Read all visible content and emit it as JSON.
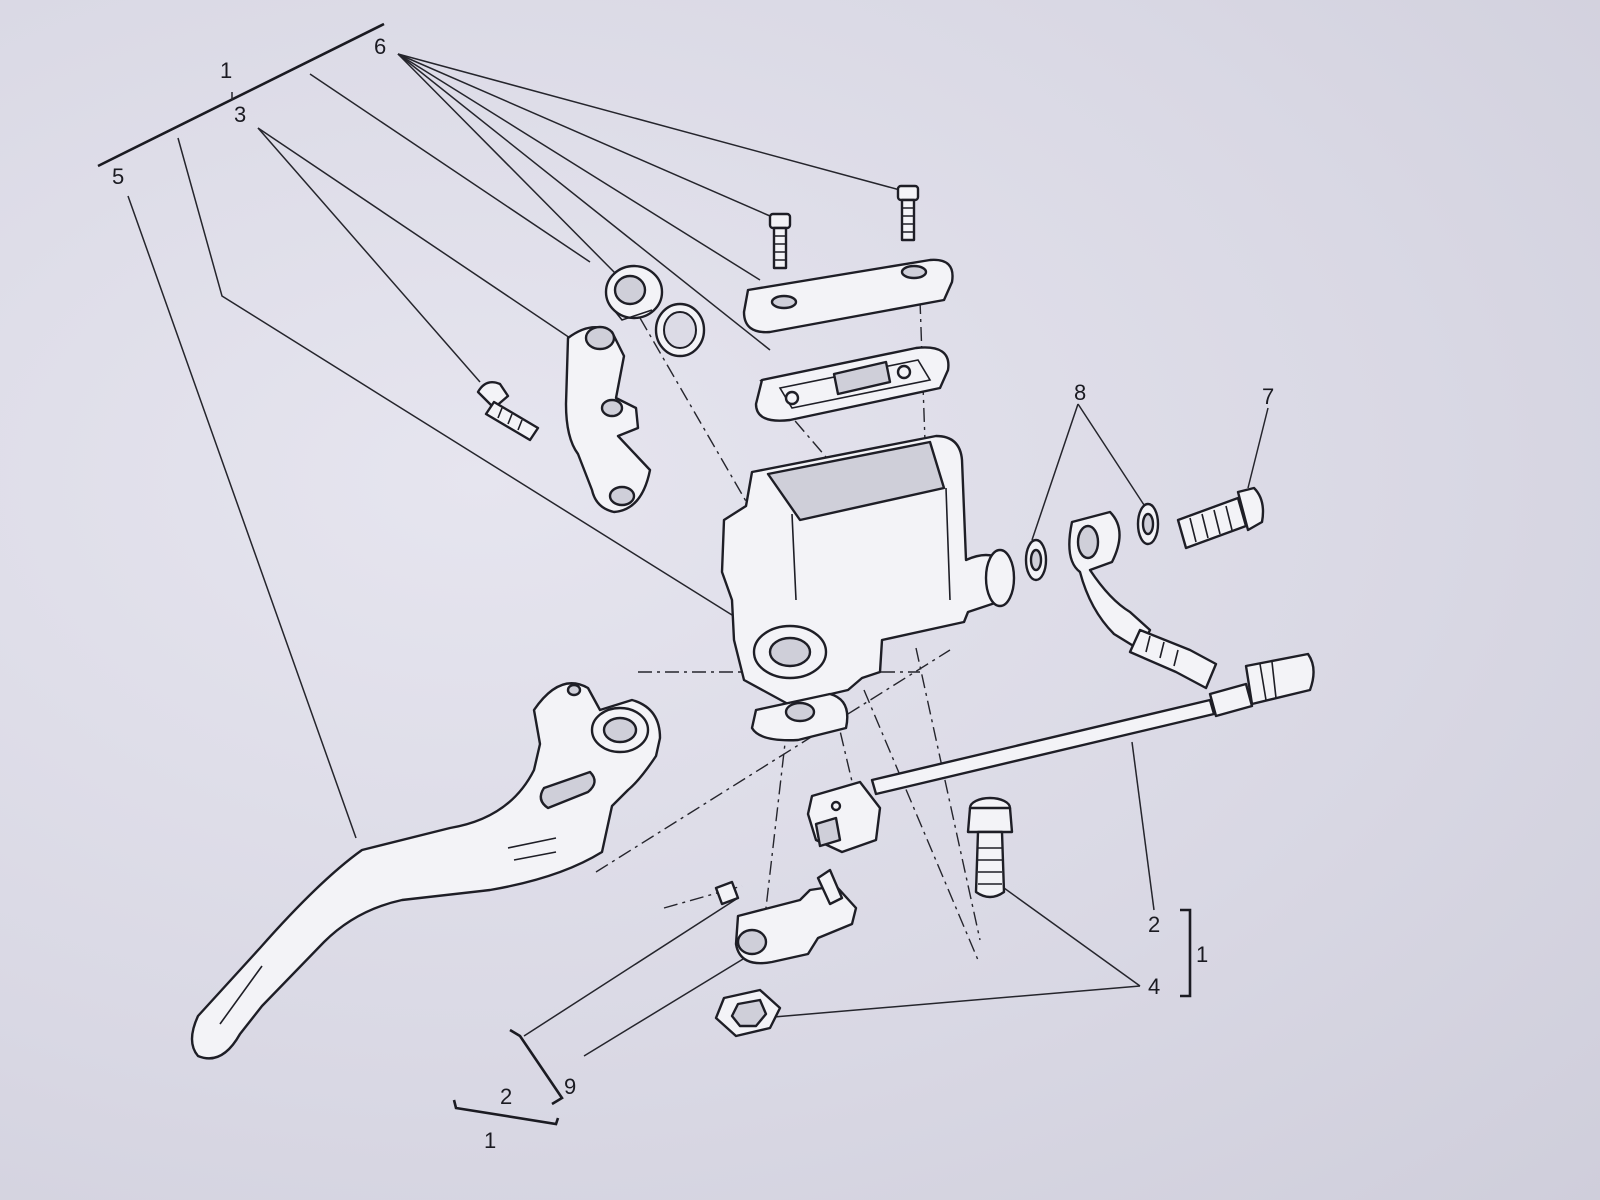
{
  "diagram": {
    "labels": {
      "item_1_top": "1",
      "item_3": "3",
      "item_5": "5",
      "item_6": "6",
      "item_8": "8",
      "item_7": "7",
      "item_2_right": "2",
      "item_4": "4",
      "item_1_right": "1",
      "item_9": "9",
      "item_2_bottom": "2",
      "item_1_bottom": "1"
    }
  }
}
